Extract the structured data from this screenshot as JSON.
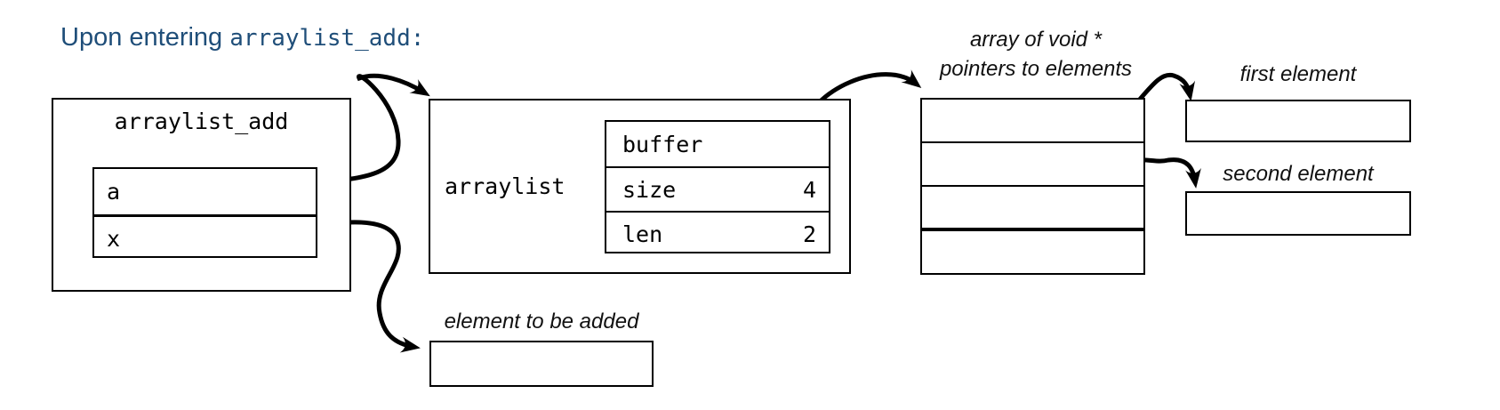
{
  "colors": {
    "title_text": "#1F4E79",
    "line": "#000000",
    "background": "#FFFFFF"
  },
  "title": {
    "text": "Upon entering ",
    "code": "arraylist_add:"
  },
  "stack_frame": {
    "title": "arraylist_add",
    "slots": [
      {
        "name": "a"
      },
      {
        "name": "x"
      }
    ]
  },
  "struct": {
    "label": "arraylist",
    "fields": [
      {
        "name": "buffer",
        "value": ""
      },
      {
        "name": "size",
        "value": "4"
      },
      {
        "name": "len",
        "value": "2"
      }
    ]
  },
  "pointer_array": {
    "caption": [
      "array of void *",
      "pointers to elements"
    ],
    "cell_count": 4
  },
  "heap_elements": [
    {
      "label": "first element"
    },
    {
      "label": "second element"
    }
  ],
  "element_to_add": {
    "label": "element to be added"
  }
}
